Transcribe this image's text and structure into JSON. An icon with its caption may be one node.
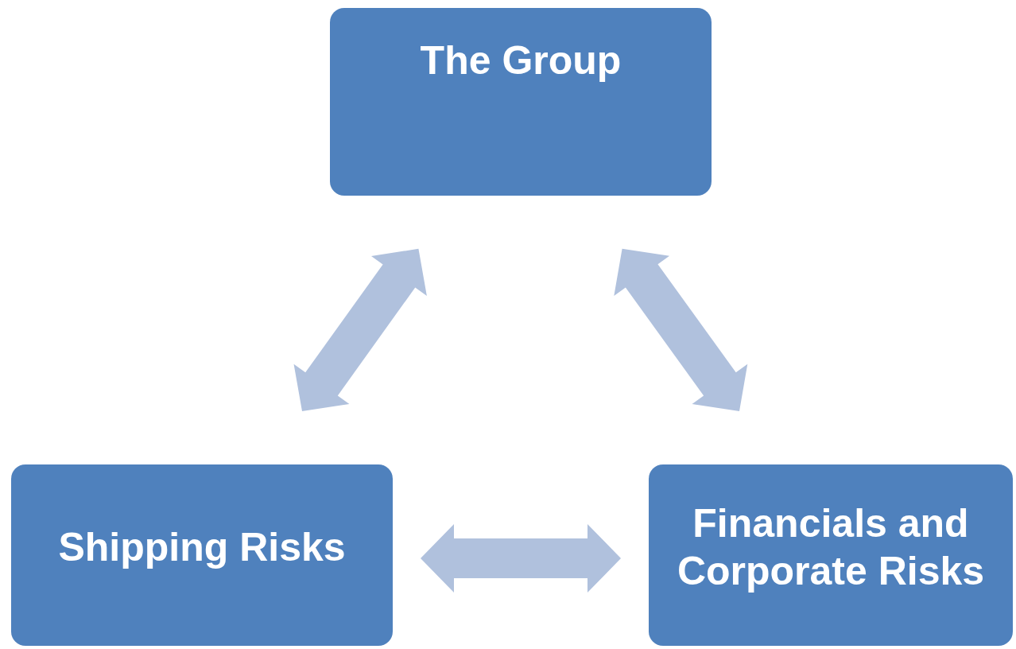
{
  "diagram": {
    "nodes": [
      {
        "text": [
          "The Group"
        ]
      },
      {
        "text": [
          "Shipping Risks"
        ]
      },
      {
        "text": [
          "Financials and Corporate Risks"
        ]
      }
    ],
    "edges": [
      {
        "from": 0,
        "to": 1,
        "arrow": "both",
        "style": "thick"
      },
      {
        "from": 0,
        "to": 2,
        "arrow": "both",
        "style": "thick"
      },
      {
        "from": 1,
        "to": 2,
        "arrow": "both",
        "style": "thick"
      }
    ]
  }
}
